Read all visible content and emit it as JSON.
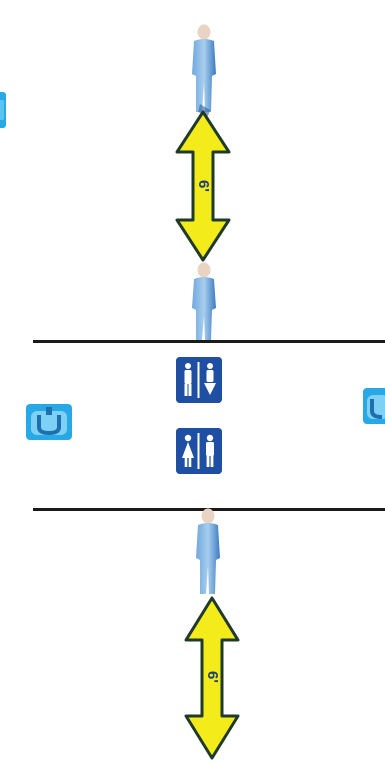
{
  "distance_top": "6'",
  "distance_bottom": "6'",
  "colors": {
    "arrow_fill": "#f3ec1a",
    "arrow_stroke": "#1f3a2a",
    "sign_bg": "#1e4fa3",
    "sink_blue": "#29a8e6",
    "line": "#1a1a1a"
  },
  "icons": {
    "restroom_sign_1": "restroom-sign-pictogram",
    "restroom_sign_2": "man-woman-restroom-pictogram",
    "sink": "hand-sink-icon",
    "person": "standing-person-figure"
  }
}
